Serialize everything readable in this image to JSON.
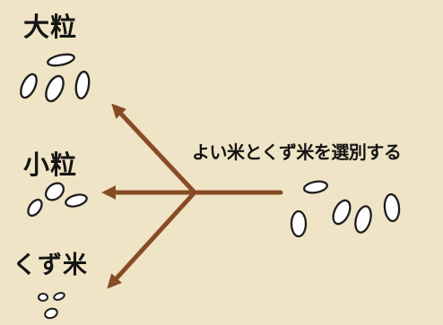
{
  "labels": {
    "large_grain": "大粒",
    "small_grain": "小粒",
    "broken_rice": "くず米",
    "caption": "よい米とくず米を選別する"
  },
  "colors": {
    "background": "#f0e4c6",
    "arrow": "#874c26",
    "grain_outline": "#1e1e1e",
    "grain_fill": "#ffffff",
    "text": "#141414"
  }
}
